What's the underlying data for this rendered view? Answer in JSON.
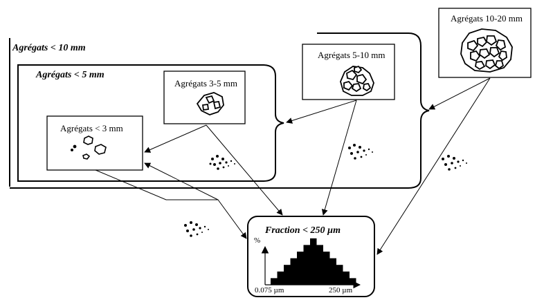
{
  "groups": {
    "lt10": "Agrégats < 10 mm",
    "lt5": "Agrégats < 5 mm"
  },
  "boxes": {
    "a_lt3": "Agrégats < 3 mm",
    "a_3_5": "Agrégats 3-5 mm",
    "a_5_10": "Agrégats 5-10 mm",
    "a_10_20": "Agrégats 10-20 mm"
  },
  "fraction": {
    "title": "Fraction < 250 µm",
    "y_label": "%",
    "x_min_label": "0.075 µm",
    "x_max_label": "250 µm"
  },
  "histogram": {
    "bars": [
      1,
      2,
      3,
      4,
      5,
      6,
      7,
      6,
      5,
      4,
      3,
      2,
      1
    ]
  }
}
